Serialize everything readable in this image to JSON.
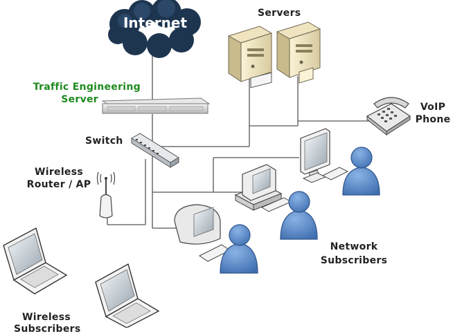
{
  "cloud": {
    "label": "Internet"
  },
  "labels": {
    "servers": "Servers",
    "traffic_server_line1": "Traffic Engineering",
    "traffic_server_line2": "Server",
    "switch": "Switch",
    "voip_line1": "VoIP",
    "voip_line2": "Phone",
    "wireless_router_line1": "Wireless",
    "wireless_router_line2": "Router / AP",
    "network_subscribers_line1": "Network",
    "network_subscribers_line2": "Subscribers",
    "wireless_subscribers_line1": "Wireless",
    "wireless_subscribers_line2": "Subscribers"
  },
  "colors": {
    "label_green": "#1f8a1f",
    "label_text": "#222222",
    "cloud": "#1e3550",
    "person": "#4d7fc0",
    "wire": "#555555"
  }
}
